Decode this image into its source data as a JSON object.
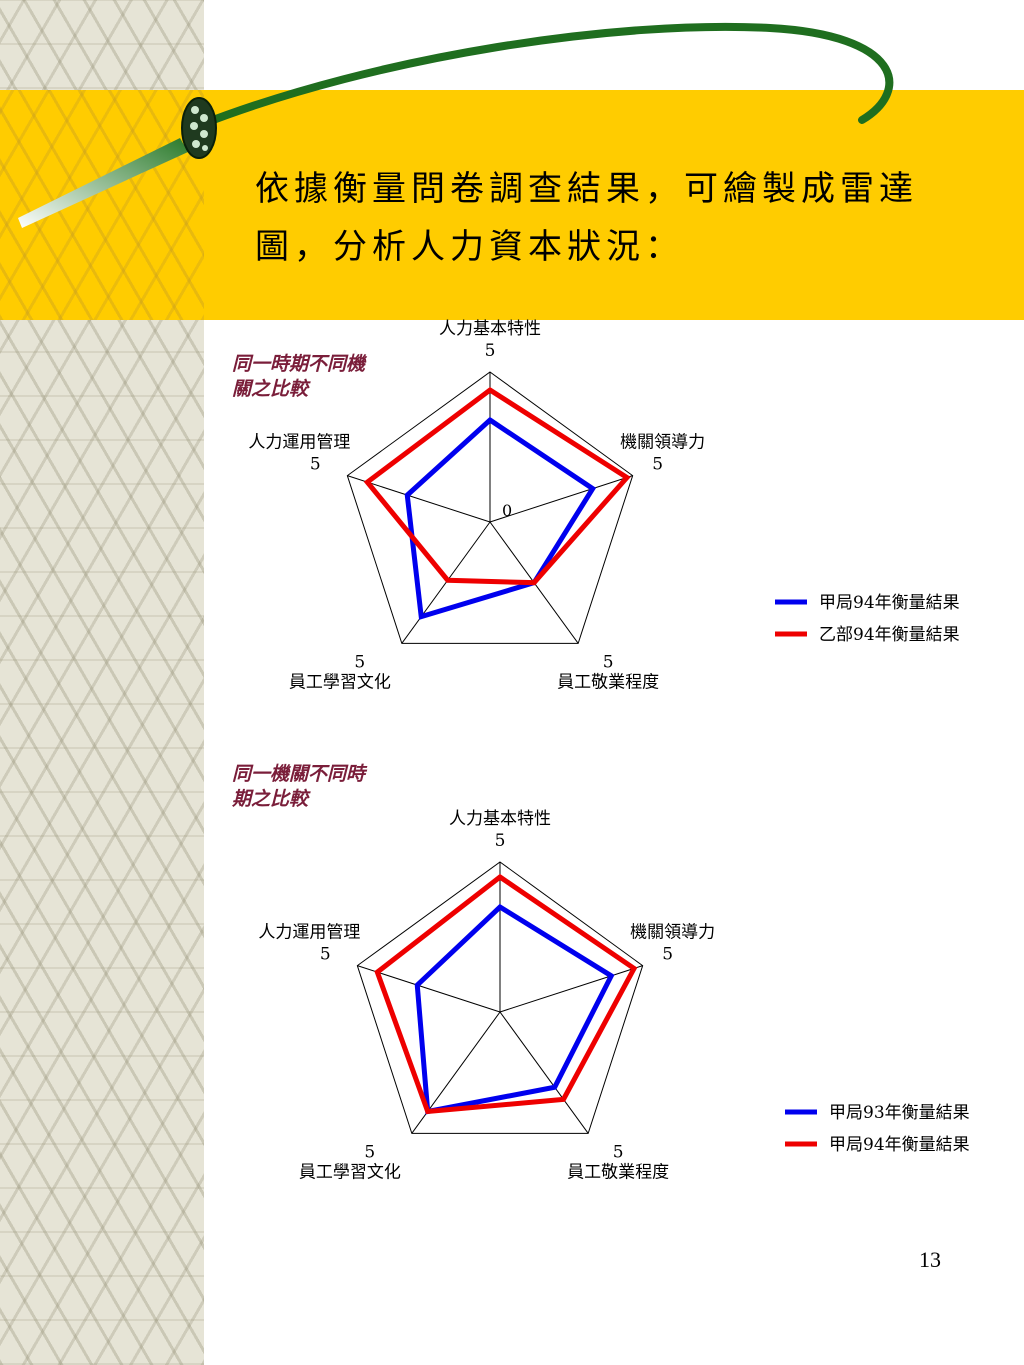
{
  "slide": {
    "title": "依據衡量問卷調查結果，可繪製成雷達圖，分析人力資本狀況：",
    "page_number": "13",
    "colors": {
      "banner": "#ffcc00",
      "curve": "#1f6e1f",
      "series_blue": "#0000ee",
      "series_red": "#ee0000"
    }
  },
  "chart_data": [
    {
      "type": "radar",
      "section_label": "同一時期不同機關之比較",
      "axes": [
        "人力基本特性",
        "機關領導力",
        "員工敬業程度",
        "員工學習文化",
        "人力運用管理"
      ],
      "axis_max_labels": [
        "5",
        "5",
        "5",
        "5",
        "5"
      ],
      "center_label": "0",
      "rmax": 5,
      "legend_position": "right",
      "series": [
        {
          "name": "甲局94年衡量結果",
          "color": "#0000ee",
          "values": [
            3.4,
            3.6,
            2.5,
            3.9,
            2.9
          ]
        },
        {
          "name": "乙部94年衡量結果",
          "color": "#ee0000",
          "values": [
            4.4,
            4.8,
            2.5,
            2.4,
            4.3
          ]
        }
      ]
    },
    {
      "type": "radar",
      "section_label": "同一機關不同時期之比較",
      "axes": [
        "人力基本特性",
        "機關領導力",
        "員工敬業程度",
        "員工學習文化",
        "人力運用管理"
      ],
      "axis_max_labels": [
        "5",
        "5",
        "5",
        "5",
        "5"
      ],
      "center_label": "",
      "rmax": 5,
      "legend_position": "right",
      "series": [
        {
          "name": "甲局93年衡量結果",
          "color": "#0000ee",
          "values": [
            3.5,
            3.9,
            3.1,
            4.1,
            2.9
          ]
        },
        {
          "name": "甲局94年衡量結果",
          "color": "#ee0000",
          "values": [
            4.5,
            4.7,
            3.6,
            4.1,
            4.3
          ]
        }
      ]
    }
  ]
}
